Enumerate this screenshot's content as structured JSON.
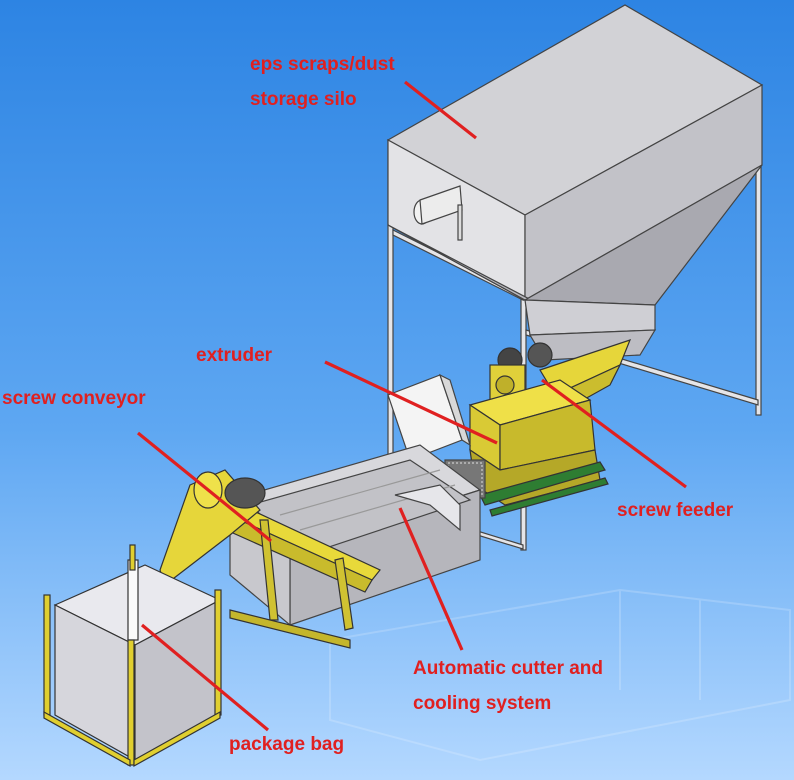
{
  "colors": {
    "background_top": "#2f86e4",
    "background_bottom": "#a8d0ff",
    "label": "#e02020",
    "machine_yellow": "#e8d93a",
    "silo_gray": "#c9c9cc"
  },
  "labels": {
    "silo_line1": "eps scraps/dust",
    "silo_line2": "storage silo",
    "extruder": "extruder",
    "screw_conveyor": "screw conveyor",
    "screw_feeder": "screw feeder",
    "cutter_line1": "Automatic cutter and",
    "cutter_line2": "cooling system",
    "package_bag": "package bag"
  }
}
